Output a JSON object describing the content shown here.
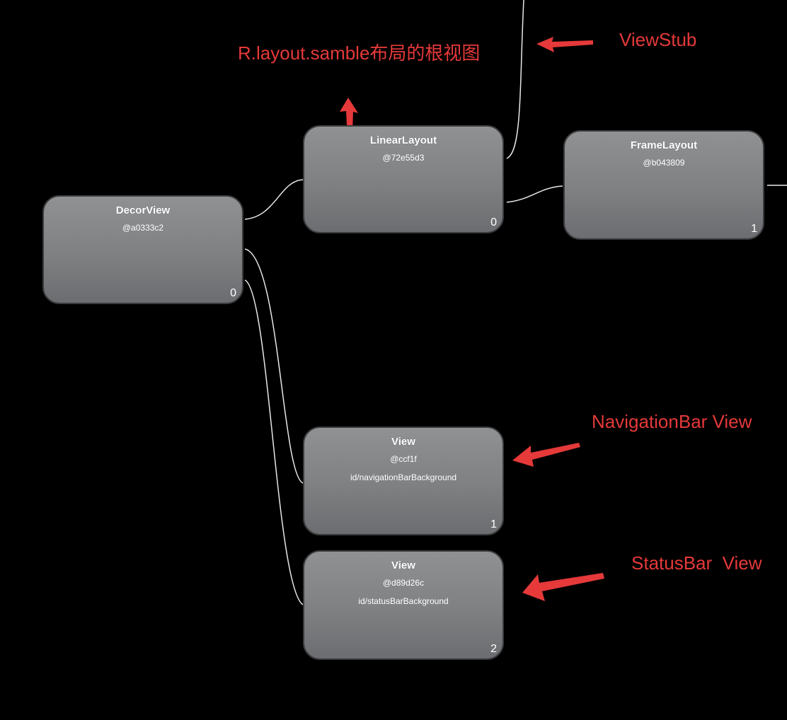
{
  "colors": {
    "background": "#000000",
    "node_fill_top": "#8f9193",
    "node_fill_bottom": "#6b6d70",
    "node_border": "#3a3b3d",
    "connector": "#e8e8e8",
    "annotation": "#e5393a"
  },
  "nodes": {
    "decorview": {
      "title": "DecorView",
      "id": "@a0333c2",
      "index": "0"
    },
    "linearlayout": {
      "title": "LinearLayout",
      "id": "@72e55d3",
      "index": "0"
    },
    "framelayout": {
      "title": "FrameLayout",
      "id": "@b043809",
      "index": "1"
    },
    "navview": {
      "title": "View",
      "id": "@ccf1f",
      "res": "id/navigationBarBackground",
      "index": "1"
    },
    "statusview": {
      "title": "View",
      "id": "@d89d26c",
      "res": "id/statusBarBackground",
      "index": "2"
    }
  },
  "annotations": {
    "root_layout": "R.layout.samble布局的根视图",
    "viewstub": "ViewStub",
    "navigationbar": "NavigationBar View",
    "statusbar": "StatusBar  View"
  }
}
